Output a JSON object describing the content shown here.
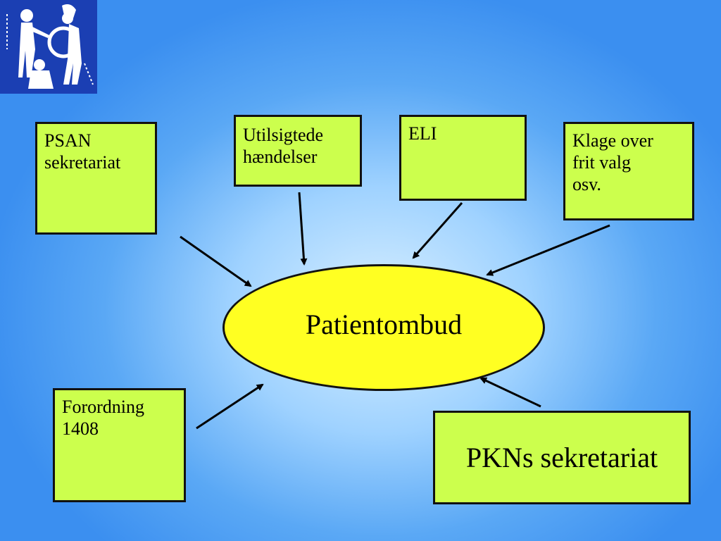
{
  "diagram": {
    "center": {
      "label": "Patientombud"
    },
    "nodes": [
      {
        "id": "psan",
        "label": "PSAN\nsekretariat"
      },
      {
        "id": "util",
        "label": "Utilsigtede\nhændelser"
      },
      {
        "id": "eli",
        "label": "ELI"
      },
      {
        "id": "klage",
        "label": "Klage over\nfrit valg\nosv."
      },
      {
        "id": "foro",
        "label": "Forordning\n1408"
      },
      {
        "id": "pkn",
        "label": "PKNs sekretariat"
      }
    ],
    "edges": [
      {
        "from": "psan",
        "to": "center"
      },
      {
        "from": "util",
        "to": "center"
      },
      {
        "from": "eli",
        "to": "center"
      },
      {
        "from": "klage",
        "to": "center"
      },
      {
        "from": "foro",
        "to": "center"
      },
      {
        "from": "pkn",
        "to": "center"
      }
    ]
  },
  "colors": {
    "box_fill": "#ccff4d",
    "hub_fill": "#ffff22",
    "background": "#5aa8f5",
    "logo_bg": "#1b3fb3"
  }
}
